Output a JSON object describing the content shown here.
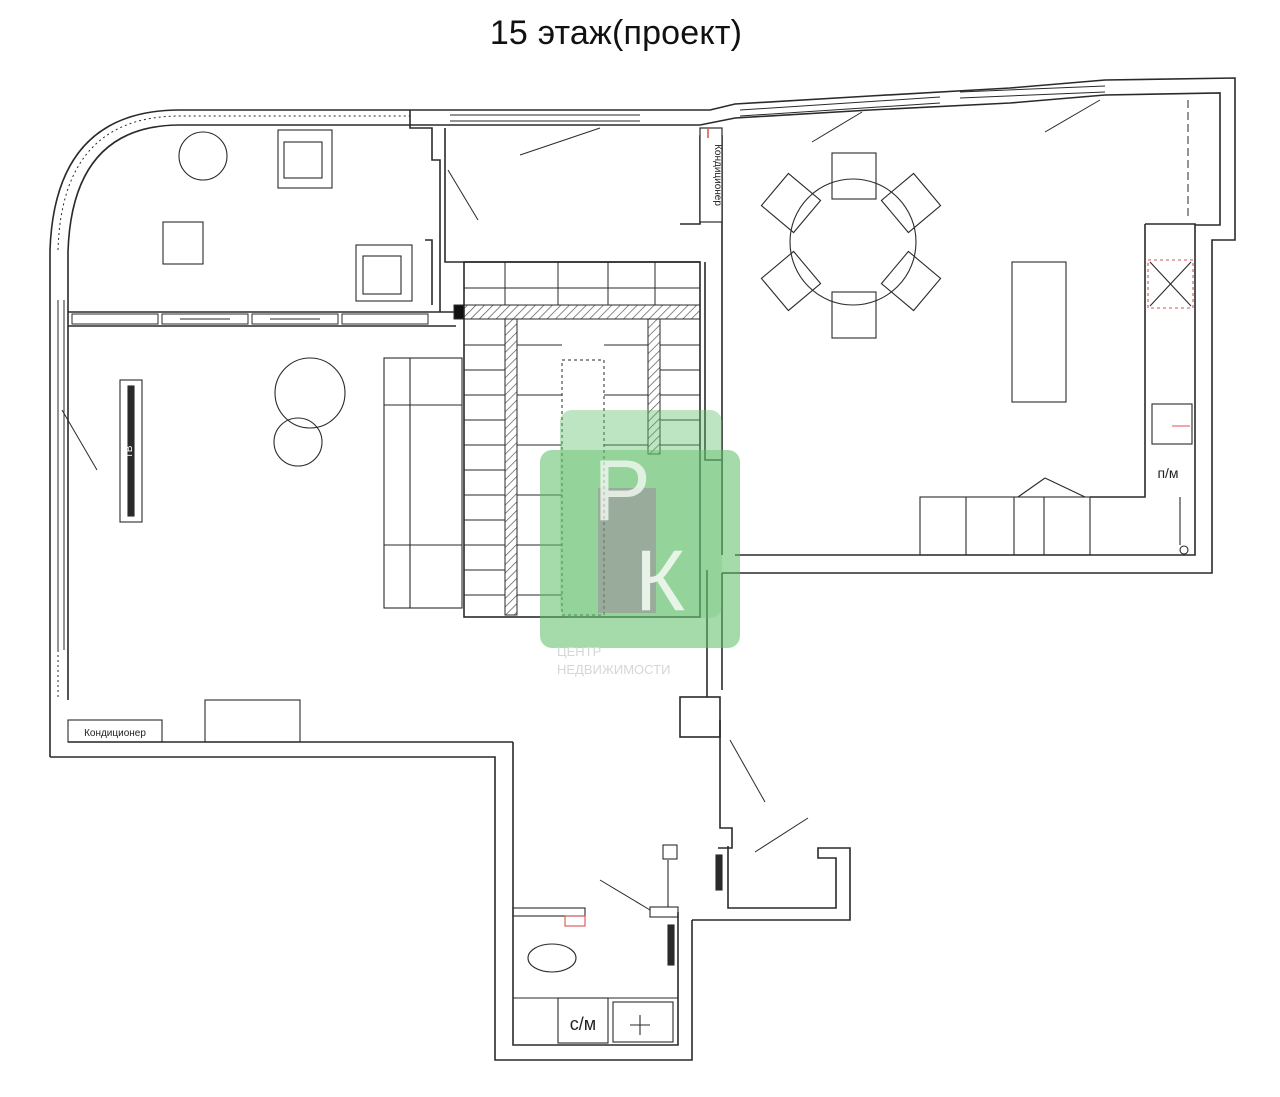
{
  "title": "15 этаж(проект)",
  "labels": {
    "ac_vertical": "Кондиционер",
    "ac_horizontal": "Кондиционер",
    "tv": "ТВ",
    "dishwasher": "п/м",
    "washer": "с/м"
  },
  "watermark": {
    "monogram_top": "Р",
    "monogram_bottom": "К",
    "caption_line1": "ЦЕНТР",
    "caption_line2": "НЕДВИЖИМОСТИ",
    "color": "#5fbf6a"
  },
  "colors": {
    "wall": "#2a2a2a",
    "stair_hatch": "#555555",
    "appliance_accent": "#d9534f"
  }
}
